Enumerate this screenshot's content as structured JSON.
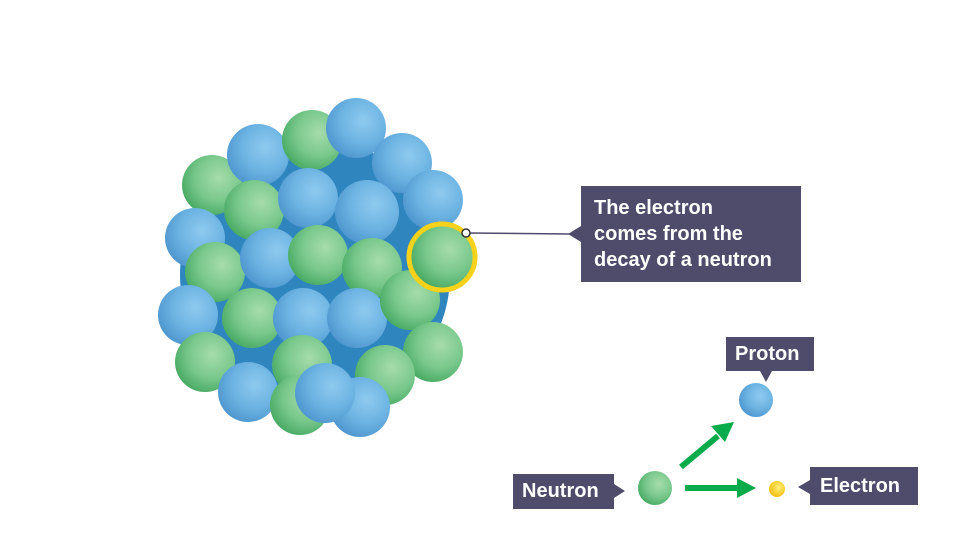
{
  "callout": {
    "lines": [
      "The electron",
      "comes from the",
      "decay of a neutron"
    ]
  },
  "labels": {
    "proton": "Proton",
    "neutron": "Neutron",
    "electron": "Electron"
  },
  "colors": {
    "proton_blue": "#62a8d9",
    "neutron_green": "#55b96f",
    "electron_yellow": "#f7d11a",
    "highlight_ring": "#f7d11a",
    "label_bg": "#4f4b6b",
    "arrow_green": "#0aab4a"
  }
}
